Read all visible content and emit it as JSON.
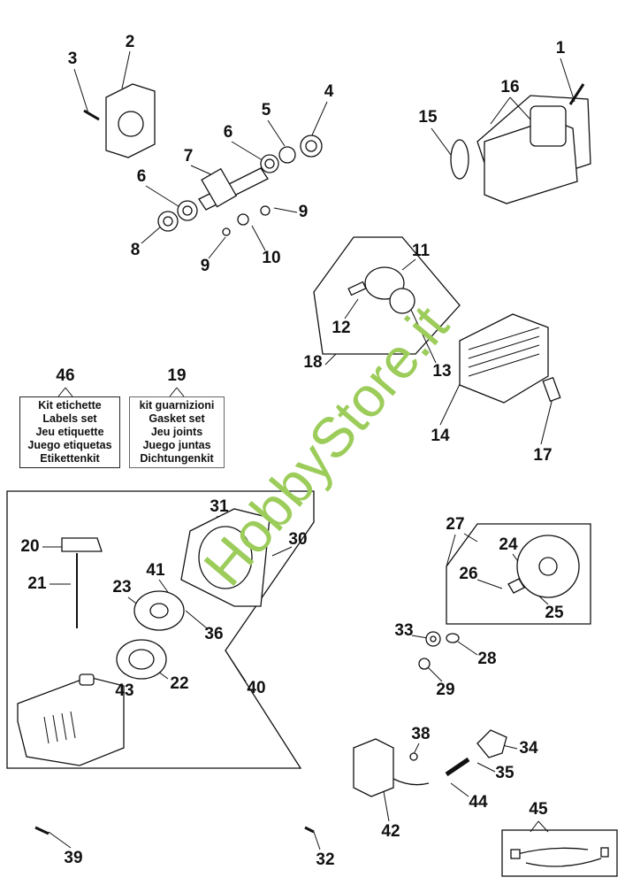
{
  "labels": [
    "1",
    "2",
    "3",
    "4",
    "5",
    "6",
    "6",
    "7",
    "8",
    "9",
    "9",
    "10",
    "11",
    "12",
    "13",
    "14",
    "15",
    "16",
    "17",
    "18",
    "19",
    "20",
    "21",
    "22",
    "23",
    "24",
    "25",
    "26",
    "27",
    "28",
    "29",
    "30",
    "31",
    "32",
    "33",
    "34",
    "35",
    "36",
    "38",
    "39",
    "40",
    "41",
    "42",
    "43",
    "44",
    "45",
    "46"
  ],
  "kit_labels": {
    "number": "46",
    "lines": [
      "Kit etichette",
      "Labels set",
      "Jeu etiquette",
      "Juego etiquetas",
      "Etikettenkit"
    ]
  },
  "kit_gaskets": {
    "number": "19",
    "lines": [
      "kit guarnizioni",
      "Gasket set",
      "Jeu  joints",
      "Juego juntas",
      "Dichtungenkit"
    ]
  },
  "watermark": "HobbyStore.it"
}
